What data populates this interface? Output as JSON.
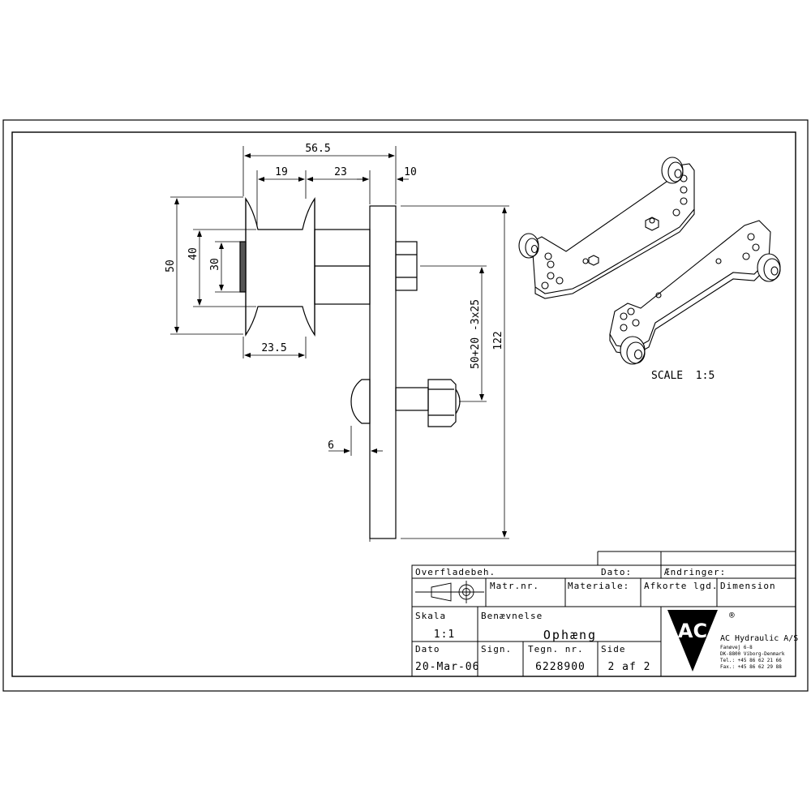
{
  "dimensions": {
    "overall_width": "56.5",
    "wheel_width": "19",
    "spacer": "23",
    "plate_thickness": "10",
    "flange_dia": "50",
    "rim_dia": "40",
    "bore_dia": "30",
    "wheel_to_plate": "23.5",
    "hole_spacing": "50+20 -3x25",
    "plate_length": "122",
    "bolt_head_offset": "6"
  },
  "iso_view": {
    "scale_label": "SCALE  1:5"
  },
  "title_block": {
    "surface_label": "Overfladebeh.",
    "date_header": "Dato:",
    "changes_header": "Ændringer:",
    "material_no_label": "Matr.nr.",
    "material_label": "Materiale:",
    "cut_length_label": "Afkorte lgd.",
    "dimension_label": "Dimension",
    "scale_label": "Skala",
    "scale_value": "1:1",
    "name_label": "Benævnelse",
    "name_value": "Ophæng",
    "date_label": "Dato",
    "date_value": "20-Mar-06",
    "sign_label": "Sign.",
    "drawing_no_label": "Tegn. nr.",
    "drawing_no_value": "6228900",
    "page_label": "Side",
    "page_value": "2 af 2"
  },
  "company": {
    "logo_text": "AC",
    "registered": "®",
    "name": "AC Hydraulic A/S",
    "address1": "Fanøvej 6-8",
    "address2": "DK-8800 Viborg-Denmark",
    "phone": "Tel.: +45 86 62 21 66",
    "fax": "Fax.: +45 86 62 29 88"
  }
}
